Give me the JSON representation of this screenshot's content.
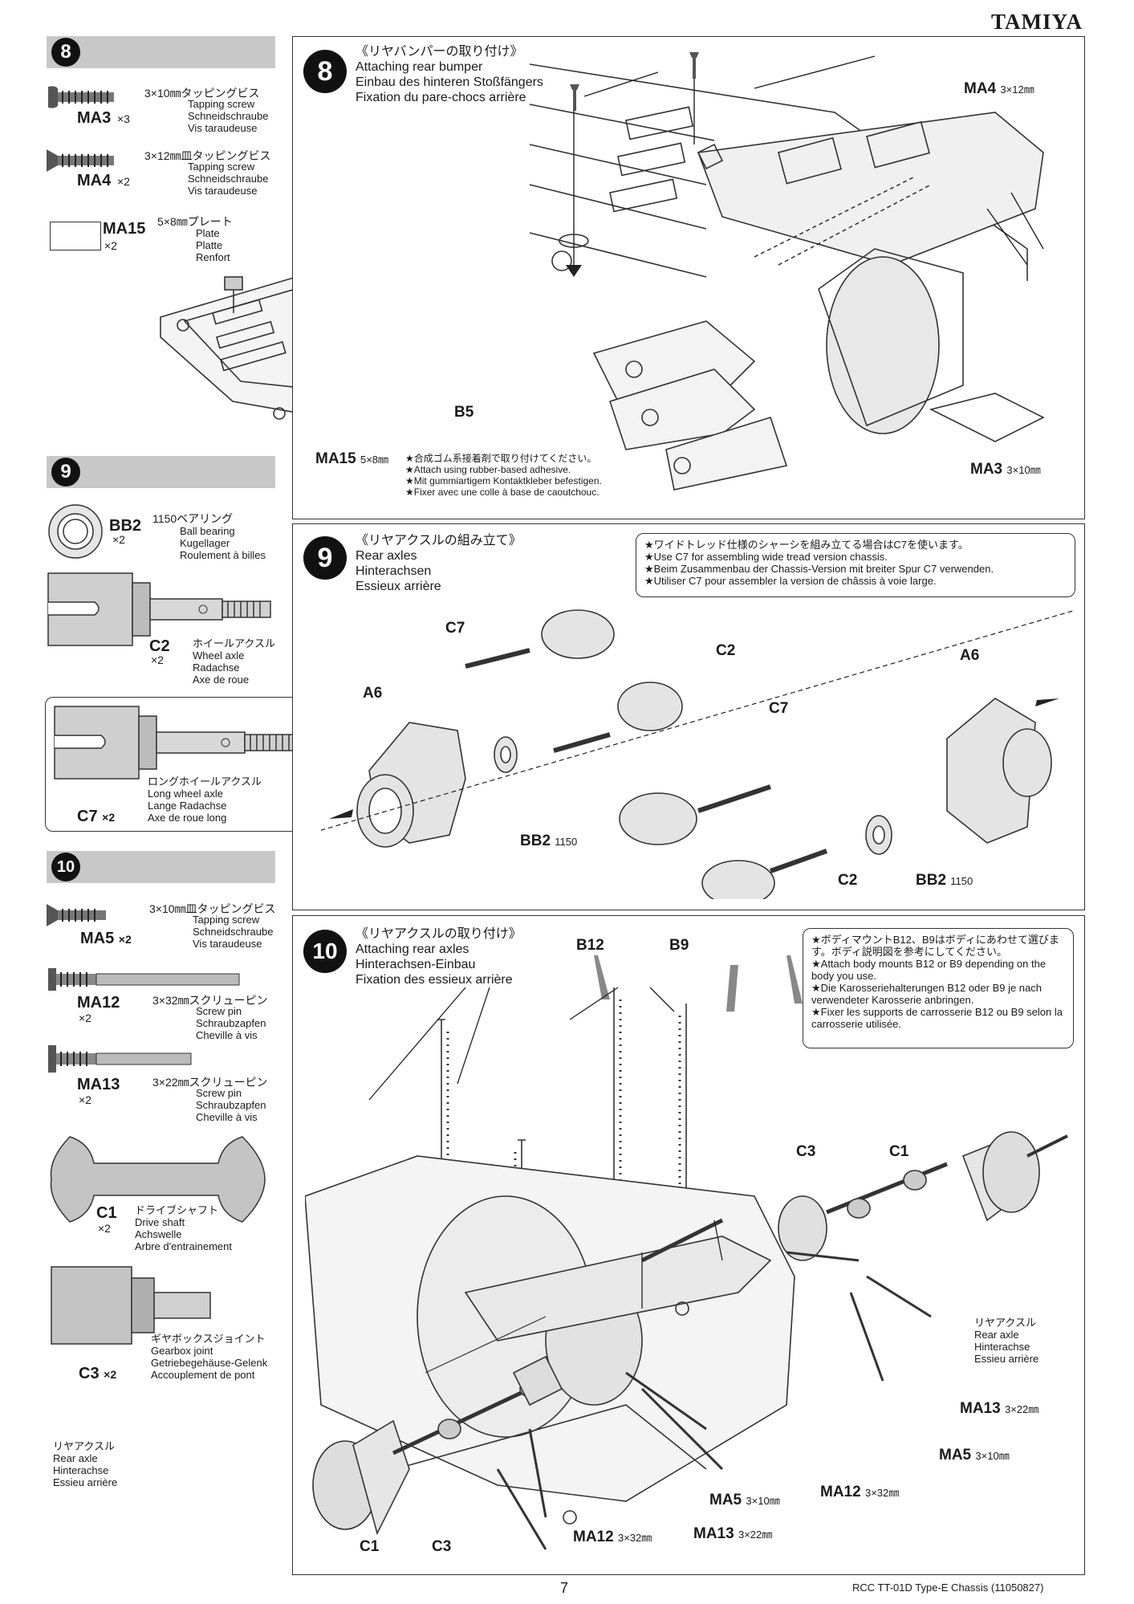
{
  "brand": "TAMIYA",
  "page_number": "7",
  "footer_text": "RCC TT-01D Type-E Chassis (11050827)",
  "side": {
    "step8": {
      "number": "8",
      "parts": [
        {
          "code": "MA3",
          "qty": "×3",
          "spec": "3×10㎜タッピングビス",
          "lines": [
            "Tapping screw",
            "Schneidschraube",
            "Vis taraudeuse"
          ]
        },
        {
          "code": "MA4",
          "qty": "×2",
          "spec": "3×12㎜皿タッピングビス",
          "lines": [
            "Tapping screw",
            "Schneidschraube",
            "Vis taraudeuse"
          ]
        },
        {
          "code": "MA15",
          "qty": "×2",
          "spec": "5×8㎜プレート",
          "lines": [
            "Plate",
            "Platte",
            "Renfort"
          ]
        }
      ]
    },
    "step9": {
      "number": "9",
      "parts": [
        {
          "code": "BB2",
          "qty": "×2",
          "spec": "1150ベアリング",
          "lines": [
            "Ball bearing",
            "Kugellager",
            "Roulement à billes"
          ]
        },
        {
          "code": "C2",
          "qty": "×2",
          "spec": "ホイールアクスル",
          "lines": [
            "Wheel axle",
            "Radachse",
            "Axe de roue"
          ]
        },
        {
          "code": "C7",
          "qty": "×2",
          "spec": "ロングホイールアクスル",
          "lines": [
            "Long wheel axle",
            "Lange Radachse",
            "Axe de roue long"
          ]
        }
      ]
    },
    "step10": {
      "number": "10",
      "parts": [
        {
          "code": "MA5",
          "qty": "×2",
          "spec": "3×10㎜皿タッピングビス",
          "lines": [
            "Tapping screw",
            "Schneidschraube",
            "Vis taraudeuse"
          ]
        },
        {
          "code": "MA12",
          "qty": "×2",
          "spec": "3×32㎜スクリューピン",
          "lines": [
            "Screw pin",
            "Schraubzapfen",
            "Cheville à vis"
          ]
        },
        {
          "code": "MA13",
          "qty": "×2",
          "spec": "3×22㎜スクリューピン",
          "lines": [
            "Screw pin",
            "Schraubzapfen",
            "Cheville à vis"
          ]
        },
        {
          "code": "C1",
          "qty": "×2",
          "spec": "ドライブシャフト",
          "lines": [
            "Drive shaft",
            "Achswelle",
            "Arbre d'entrainement"
          ]
        },
        {
          "code": "C3",
          "qty": "×2",
          "spec": "ギヤボックスジョイント",
          "lines": [
            "Gearbox joint",
            "Getriebegehäuse-Gelenk",
            "Accouplement de pont"
          ]
        }
      ]
    }
  },
  "panel8": {
    "number": "8",
    "title_lines": [
      "《リヤバンパーの取り付け》",
      "Attaching rear bumper",
      "Einbau des hinteren Stoßfängers",
      "Fixation du pare-chocs arrière"
    ],
    "labels": {
      "b5": "B5",
      "ma15": "MA15",
      "ma15_spec": "5×8㎜",
      "ma4": "MA4",
      "ma4_spec": "3×12㎜",
      "ma3": "MA3",
      "ma3_spec": "3×10㎜"
    },
    "adhesive_note": [
      "★合成ゴム系接着剤で取り付けてください。",
      "★Attach using rubber-based adhesive.",
      "★Mit gummiartigem Kontaktkleber befestigen.",
      "★Fixer avec une colle à base de caoutchouc."
    ]
  },
  "panel9": {
    "number": "9",
    "title_lines": [
      "《リヤアクスルの組み立て》",
      "Rear axles",
      "Hinterachsen",
      "Essieux arrière"
    ],
    "note": [
      "★ワイドトレッド仕様のシャーシを組み立てる場合はC7を使います。",
      "★Use C7 for assembling wide tread version chassis.",
      "★Beim Zusammenbau der Chassis-Version mit breiter Spur C7 verwenden.",
      "★Utiliser C7 pour assembler la version de châssis à voie large."
    ],
    "labels": {
      "c7a": "C7",
      "c2a": "C2",
      "a6a": "A6",
      "a6b": "A6",
      "c7b": "C7",
      "bb2a": "BB2",
      "bb2b": "BB2",
      "bb2_spec": "1150",
      "c2b": "C2"
    }
  },
  "panel10": {
    "number": "10",
    "title_lines": [
      "《リヤアクスルの取り付け》",
      "Attaching rear axles",
      "Hinterachsen-Einbau",
      "Fixation des essieux arrière"
    ],
    "note": [
      "★ボディマウントB12、B9はボディにあわせて選びます。ボディ説明図を参考にしてください。",
      "★Attach body mounts B12 or B9 depending on the body you use.",
      "★Die Karosseriehalterungen B12 oder B9 je nach verwendeter Karosserie anbringen.",
      "★Fixer les supports de carrosserie B12 ou B9 selon la carrosserie utilisée."
    ],
    "labels": {
      "b12": "B12",
      "b9": "B9",
      "c3a": "C3",
      "c1a": "C1",
      "ma13a": "MA13",
      "ma13_spec": "3×22㎜",
      "ma5a": "MA5",
      "ma5_spec": "3×10㎜",
      "ma12a": "MA12",
      "ma12_spec": "3×32㎜",
      "ma5b": "MA5",
      "ma12b": "MA12",
      "ma13b": "MA13",
      "c1b": "C1",
      "c3b": "C3"
    },
    "rear_axle_right": [
      "リヤアクスル",
      "Rear axle",
      "Hinterachse",
      "Essieu arrière"
    ],
    "rear_axle_left": [
      "リヤアクスル",
      "Rear axle",
      "Hinterachse",
      "Essieu arrière"
    ]
  }
}
